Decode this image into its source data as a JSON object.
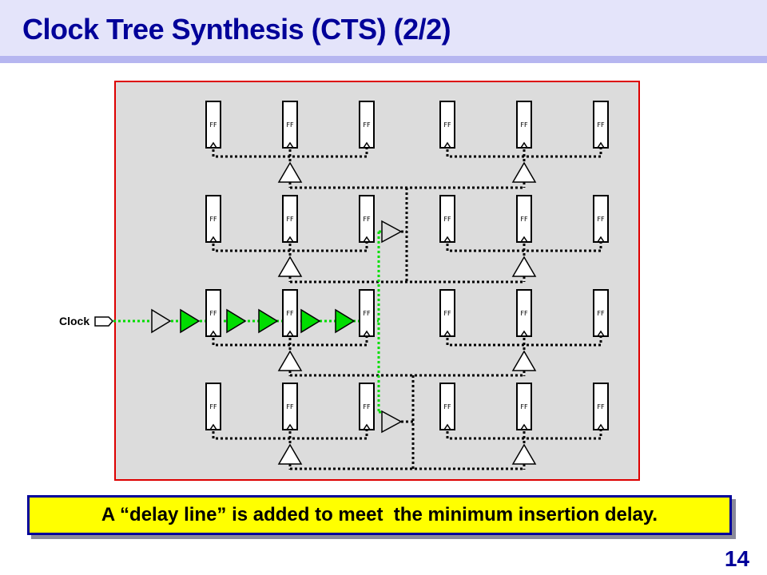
{
  "slide": {
    "title": "Clock Tree Synthesis (CTS) (2/2)",
    "caption": "A “delay line” is added to meet  the minimum insertion delay.",
    "page_number": "14"
  },
  "diagram": {
    "clock_label": "Clock",
    "ff_label": "FF",
    "ff_rows": 4,
    "ff_columns": 6,
    "delay_line_buffers": 5,
    "colors": {
      "chip_border": "#dd0000",
      "chip_fill": "#dcdcdc",
      "delay_line": "#00dd00",
      "clock_net": "#000000",
      "title": "#000099",
      "caption_bg": "#ffff00"
    }
  }
}
